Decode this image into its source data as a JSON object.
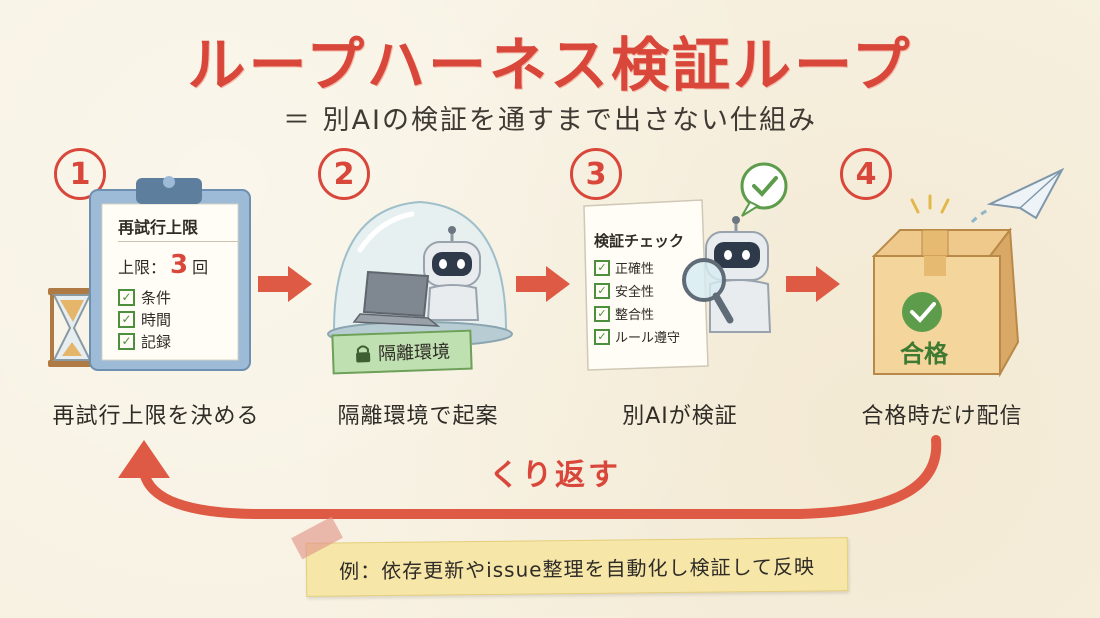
{
  "title": "ループハーネス検証ループ",
  "subtitle": "＝ 別AIの検証を通すまで出さない仕組み",
  "steps": [
    {
      "number": "1",
      "label": "再試行上限を決める",
      "clipboard": {
        "heading": "再試行上限",
        "limit_label": "上限：",
        "limit_value": "3",
        "limit_unit": "回",
        "checks": [
          "条件",
          "時間",
          "記録"
        ]
      }
    },
    {
      "number": "2",
      "label": "隔離環境で起案",
      "sign": "隔離環境"
    },
    {
      "number": "3",
      "label": "別AIが検証",
      "checklist": {
        "heading": "検証チェック",
        "items": [
          "正確性",
          "安全性",
          "整合性",
          "ルール遵守"
        ]
      }
    },
    {
      "number": "4",
      "label": "合格時だけ配信",
      "box_label": "合格"
    }
  ],
  "loop_label": "くり返す",
  "note": "例：依存更新やissue整理を自動化し検証して反映",
  "colors": {
    "accent": "#d9473b",
    "check": "#4c8f3c",
    "paper": "#f7f1e1",
    "note": "#f6e7a9"
  },
  "icons": [
    "clipboard-icon",
    "hourglass-icon",
    "glass-dome-icon",
    "robot-icon",
    "laptop-icon",
    "lock-icon",
    "magnifier-icon",
    "checkmark-bubble-icon",
    "cardboard-box-icon",
    "paper-plane-icon"
  ]
}
